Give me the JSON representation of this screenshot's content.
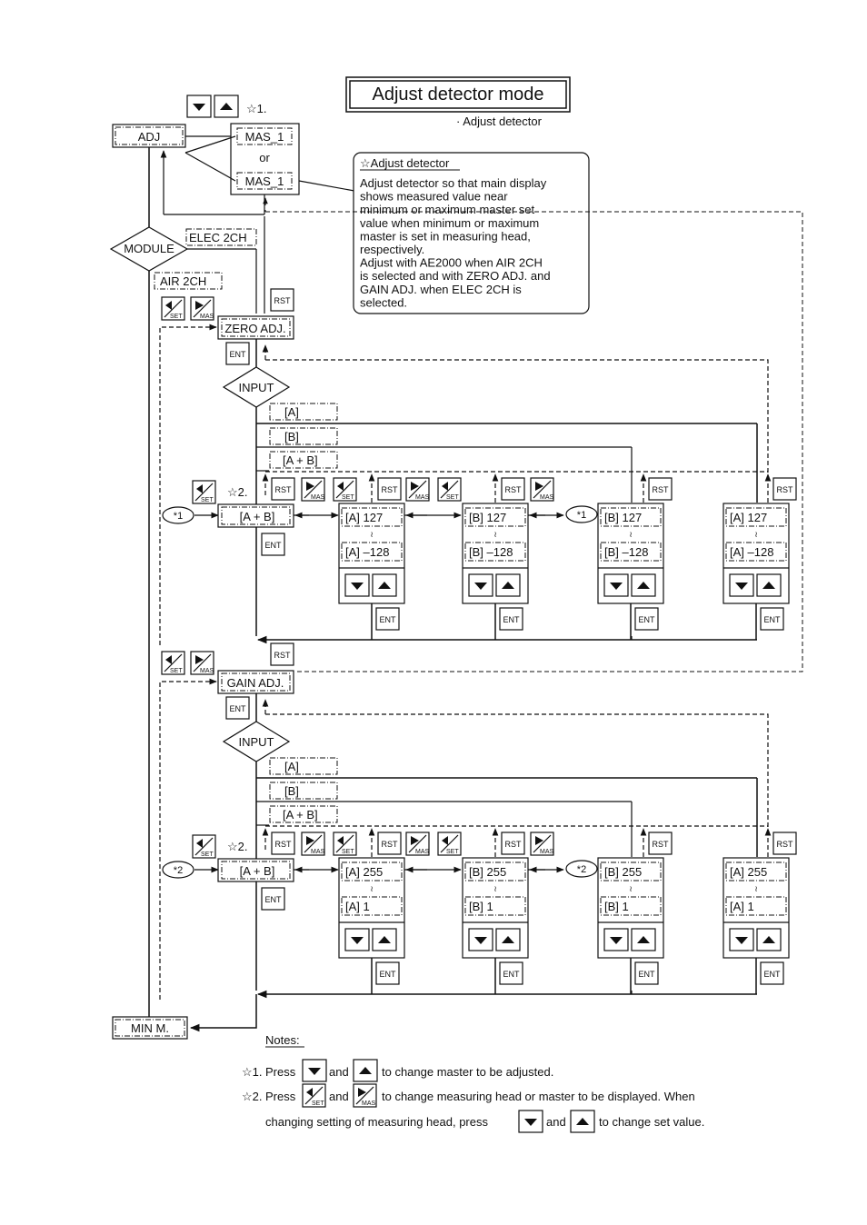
{
  "title": "Adjust detector mode",
  "subtitle": "· Adjust detector",
  "star1": "☆1.",
  "star2": "☆2.",
  "top": {
    "adj": "ADJ",
    "mas1a": "MAS_1",
    "or": "or",
    "mas1b": "MAS_1",
    "module": "MODULE",
    "elec": "ELEC 2CH",
    "air": "AIR 2CH"
  },
  "callout": {
    "heading": "☆Adjust detector",
    "lines": [
      "Adjust detector so that main display",
      "shows measured value near",
      "minimum or maximum master set",
      "value when minimum or maximum",
      "master is set in measuring head,",
      "respectively.",
      "   Adjust with AE2000 when AIR 2CH",
      "is selected and with ZERO ADJ. and",
      "GAIN ADJ. when ELEC 2CH is",
      "selected."
    ]
  },
  "keys": {
    "rst": "RST",
    "ent": "ENT",
    "set": "SET",
    "mas": "MAS"
  },
  "zero": {
    "label": "ZERO ADJ.",
    "input": "INPUT",
    "opt_a": "[A]",
    "opt_b": "[B]",
    "opt_ab": "[A + B]",
    "sel": "[A + B]",
    "marker": "*1",
    "panels": [
      {
        "top": "[A]   127",
        "bot": "[A] –128"
      },
      {
        "top": "[B]   127",
        "bot": "[B] –128"
      },
      {
        "top": "[B]   127",
        "bot": "[B] –128"
      },
      {
        "top": "[A]   127",
        "bot": "[A] –128"
      }
    ]
  },
  "gain": {
    "label": "GAIN ADJ.",
    "input": "INPUT",
    "opt_a": "[A]",
    "opt_b": "[B]",
    "opt_ab": "[A + B]",
    "sel": "[A + B]",
    "marker": "*2",
    "panels": [
      {
        "top": "[A]   255",
        "bot": "[A]      1"
      },
      {
        "top": "[B]   255",
        "bot": "[B]      1"
      },
      {
        "top": "[B]   255",
        "bot": "[B]      1"
      },
      {
        "top": "[A]   255",
        "bot": "[A]      1"
      }
    ]
  },
  "tilde": "≀",
  "min": "MIN M.",
  "notes": {
    "heading": "Notes:",
    "n1_mark": "☆1.",
    "press": "Press",
    "and": "and",
    "n1_text": "to change master to be adjusted.",
    "n2_mark": "☆2.",
    "n2_text": "to change measuring head or master to be displayed.  When",
    "n3_text": "changing setting of measuring head, press",
    "n3_tail": "to change set value."
  }
}
